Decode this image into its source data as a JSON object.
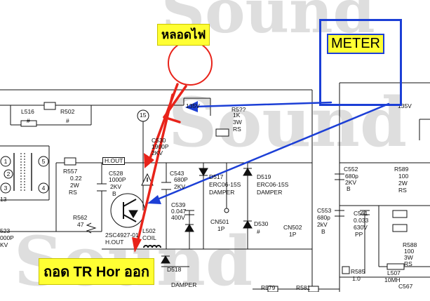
{
  "watermark": {
    "text": "Sound"
  },
  "callouts": {
    "lamp": "หลอดไฟ",
    "meter": "METER",
    "remove_tr": "ถอด TR Hor ออก"
  },
  "labels": {
    "l516": "L516",
    "r502": "R502",
    "r502_val": "#",
    "l516_val": "#",
    "v135_left": "135V",
    "v135_right": "135V",
    "r5xx": "R5??",
    "r5xx_v1": "1K",
    "r5xx_v2": "3W",
    "r5xx_v3": "RS",
    "node15": "15",
    "c530": "C530",
    "c530_v1": "1900P",
    "c530_v2": "2KV",
    "hout": "H.OUT",
    "r557": "R557",
    "r557_v1": "0.22",
    "r557_v2": "2W",
    "r557_v3": "RS",
    "c528": "C528",
    "c528_v1": "1000P",
    "c528_v2": "2KV",
    "c528_v3": "B",
    "c543": "C543",
    "c543_v1": "680P",
    "c543_v2": "2KV",
    "d517": "D517",
    "d517_v1": "ERC06-15S",
    "d517_v2": "DAMPER",
    "d519": "D519",
    "d519_v1": "ERC06-15S",
    "d519_v2": "DAMPER",
    "c552": "C552",
    "c552_v1": "680p",
    "c552_v2": "2KV",
    "c552_v3": "B",
    "r589": "R589",
    "r589_v1": "100",
    "r589_v2": "2W",
    "r589_v3": "RS",
    "c539": "C539",
    "c539_v1": "0.047",
    "c539_v2": "400V",
    "r562": "R562",
    "r562_v1": "47",
    "tr_part": "2SC4927-01",
    "tr_name": "H.OUT",
    "l502": "L502",
    "l502_v": "COIL",
    "cn501": "CN501",
    "cn501_v": "1P",
    "d530": "D530",
    "d530_v": "#",
    "cn502": "CN502",
    "cn502_v": "1P",
    "c553": "C553",
    "c553_v1": "680p",
    "c553_v2": "2kV",
    "c553_v3": "B",
    "c561": "C561",
    "c561_v1": "0.033",
    "c561_v2": "630V",
    "c561_v3": "PP",
    "r588": "R588",
    "r588_v1": "100",
    "r588_v2": "3W",
    "r588_v3": "RS",
    "c523": "523",
    "c523_v1": "000P",
    "c523_v2": "KV",
    "n13": "13",
    "d518": "D518",
    "damper": "DAMPER",
    "r579": "R579",
    "r581": "R581",
    "r585": "R585",
    "r585_v": "1.0",
    "l507": "L507",
    "l507_v": "10MH",
    "c567": "C567",
    "pin1": "1",
    "pin2": "2",
    "pin3": "3",
    "pin4": "4",
    "pin5": "5"
  },
  "colors": {
    "callout_bg": "#ffff33",
    "meter_blue": "#1c3fd6",
    "arrow_red": "#e8231a",
    "wire": "#111111",
    "watermark": "#dedede"
  }
}
